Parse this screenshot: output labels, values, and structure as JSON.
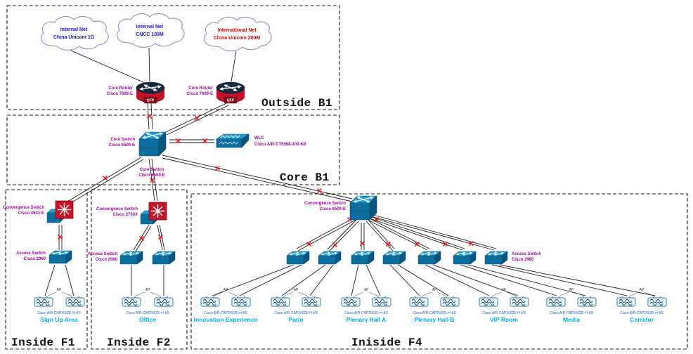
{
  "colors": {
    "device_label": "#A000A0",
    "area_label": "#00AEEF",
    "model_label": "#1464C8",
    "cloud_blue_text": "#1414C8",
    "cloud_red_text": "#E00000",
    "link_mark_red": "#E81010",
    "switch_blue": "#1D9BD1",
    "router_red": "#C01228"
  },
  "labels": {
    "ap_tag": "AP"
  },
  "sections": {
    "outside": "Outside B1",
    "core": "Core B1",
    "f1": "Inside F1",
    "f2": "Inside F2",
    "f4": "Iniside F4"
  },
  "clouds": [
    {
      "line1": "Internal Net",
      "line2": "China Unicom 1G"
    },
    {
      "line1": "Internal Net",
      "line2": "CNCC 100M"
    },
    {
      "line1": "International Net",
      "line2": "China Unicom 200M"
    }
  ],
  "core_devices": {
    "router1": {
      "name": "Core Router",
      "model": "Cisco 7609-E",
      "badge": "QFP"
    },
    "router2": {
      "name": "Core Router",
      "model": "Cisco 7609-E",
      "badge": "QFP"
    },
    "core_switch_side": {
      "name": "Core Switch",
      "model": "Cisco 6509-E"
    },
    "core_switch_below": {
      "name": "Core Switch",
      "model": "Cisco 6509-E"
    },
    "wlc": {
      "name": "WLC",
      "model": "Cisco AIR-CT5508-100-K9"
    }
  },
  "f1": {
    "convergence": {
      "name": "Convergence Switch",
      "model": "Cisco 4503-E"
    },
    "access": {
      "name": "Access Switch",
      "model": "Cisco 2960"
    },
    "area": {
      "name": "Sign Up Area",
      "ap_model": "Cisco AIR-CAP2602E-H-K9"
    }
  },
  "f2": {
    "convergence": {
      "name": "Convergence Switch",
      "model": "Cisco 3750X"
    },
    "access": {
      "name": "Access Switch",
      "model": "Cisco 2960"
    },
    "area": {
      "name": "Office",
      "ap_model": "Cisco AIR-CAP2602E-H-K9"
    }
  },
  "f4": {
    "convergence": {
      "name": "Convergence Switch",
      "model": "Cisco 6509-E"
    },
    "access": {
      "name": "Access Switch",
      "model": "Cisco 2960"
    },
    "areas": [
      {
        "name": "Innovation Experience",
        "ap_model": "Cisco AIR-CAP2602E-H-K9"
      },
      {
        "name": "Patio",
        "ap_model": "Cisco AIR-CAP2602E-H-K9"
      },
      {
        "name": "Plenary Hall A",
        "ap_model": "Cisco AIR-CAP2602E-H-K9"
      },
      {
        "name": "Plenary Hall B",
        "ap_model": "Cisco AIR-CAP2602E-H-K9"
      },
      {
        "name": "VIP Room",
        "ap_model": "Cisco AIR-CAP2602E-H-K9"
      },
      {
        "name": "Media",
        "ap_model": "Cisco AIR-CAP2602E-H-K9"
      },
      {
        "name": "Corridor",
        "ap_model": "Cisco AIR-CAP2602E-H-K9"
      }
    ]
  }
}
